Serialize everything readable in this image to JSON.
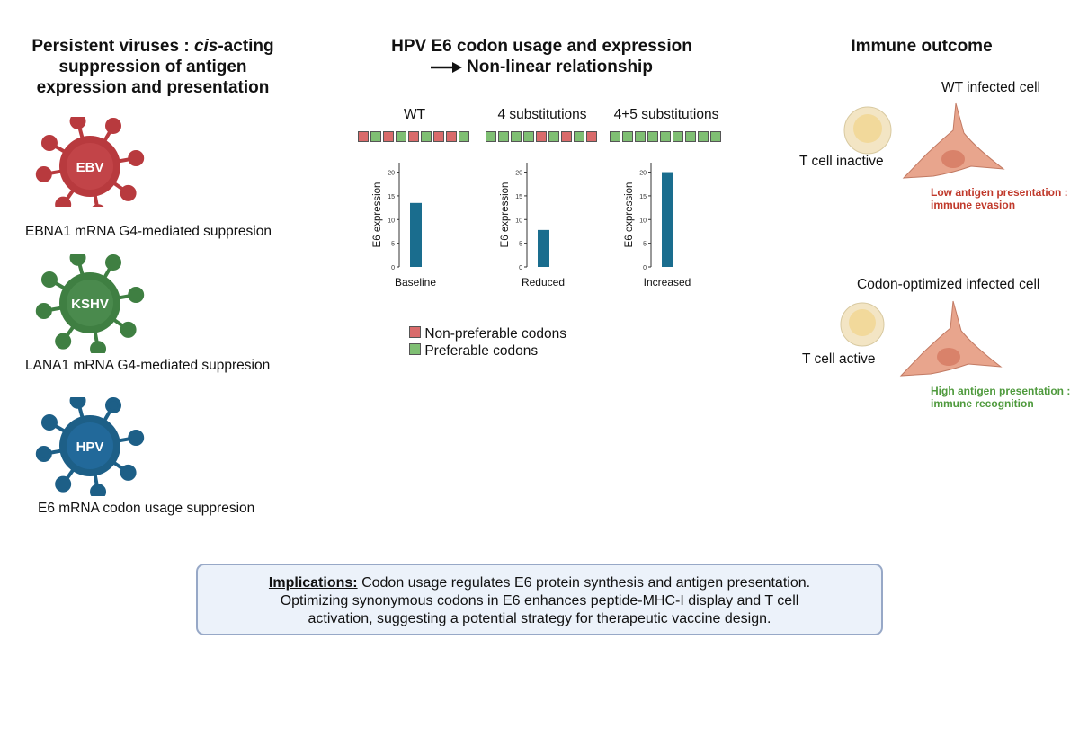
{
  "left_panel": {
    "title_line1_pre": "Persistent viruses : ",
    "title_line1_italic": "cis",
    "title_line1_post": "-acting",
    "title_line2": "suppression of antigen",
    "title_line3": "expression and presentation",
    "viruses": [
      {
        "name": "EBV",
        "color": "#b83a3e",
        "description": "EBNA1 mRNA G4-mediated suppresion"
      },
      {
        "name": "KSHV",
        "color": "#3f7f42",
        "description": "LANA1 mRNA G4-mediated suppresion"
      },
      {
        "name": "HPV",
        "color": "#1d5f87",
        "description": "E6 mRNA codon usage suppresion"
      }
    ]
  },
  "middle_panel": {
    "title_line1": "HPV E6 codon usage and expression",
    "title_line2": "Non-linear relationship",
    "codon_colors": {
      "non_preferable": "#d96b6b",
      "preferable": "#7fbf73"
    },
    "legend": {
      "non_preferable": "Non-preferable codons",
      "preferable": "Preferable codons"
    }
  },
  "chart_data": [
    {
      "type": "bar",
      "title": "WT",
      "codons": [
        "N",
        "P",
        "N",
        "P",
        "N",
        "P",
        "N",
        "N",
        "P"
      ],
      "ylabel": "E6 expression",
      "yticks": [
        0,
        5,
        10,
        15,
        20
      ],
      "ylim": [
        0,
        22
      ],
      "categories": [
        "Baseline"
      ],
      "values": [
        13.5
      ],
      "color": "#1a6d8e"
    },
    {
      "type": "bar",
      "title": "4 substitutions",
      "codons": [
        "P",
        "P",
        "P",
        "P",
        "N",
        "P",
        "N",
        "P",
        "N"
      ],
      "ylabel": "E6 expression",
      "yticks": [
        0,
        5,
        10,
        15,
        20
      ],
      "ylim": [
        0,
        22
      ],
      "categories": [
        "Reduced"
      ],
      "values": [
        7.8
      ],
      "color": "#1a6d8e"
    },
    {
      "type": "bar",
      "title": "4+5 substitutions",
      "codons": [
        "P",
        "P",
        "P",
        "P",
        "P",
        "P",
        "P",
        "P",
        "P"
      ],
      "ylabel": "E6 expression",
      "yticks": [
        0,
        5,
        10,
        15,
        20
      ],
      "ylim": [
        0,
        22
      ],
      "categories": [
        "Increased"
      ],
      "values": [
        20
      ],
      "color": "#1a6d8e"
    }
  ],
  "right_panel": {
    "title": "Immune outcome",
    "wt_cell_label": "WT infected cell",
    "t_cell_inactive": "T cell inactive",
    "low_note_line1": "Low antigen presentation :",
    "low_note_line2": "immune evasion",
    "low_note_color": "#c0392b",
    "opt_cell_label": "Codon-optimized infected cell",
    "t_cell_active": "T cell active",
    "high_note_line1": "High antigen presentation :",
    "high_note_line2": "immune recognition",
    "high_note_color": "#4f9a3d",
    "cell_fill": "#e8a58d",
    "nucleus_fill": "#d9826a",
    "t_cell_outer": "#f3e5c4",
    "t_cell_inner": "#f2d99b"
  },
  "implications": {
    "label": "Implications:",
    "line1": "Codon usage regulates E6 protein synthesis and antigen presentation.",
    "line2": "Optimizing synonymous codons in E6 enhances peptide-MHC-I display and T cell",
    "line3": "activation, suggesting a potential strategy for therapeutic vaccine design."
  }
}
